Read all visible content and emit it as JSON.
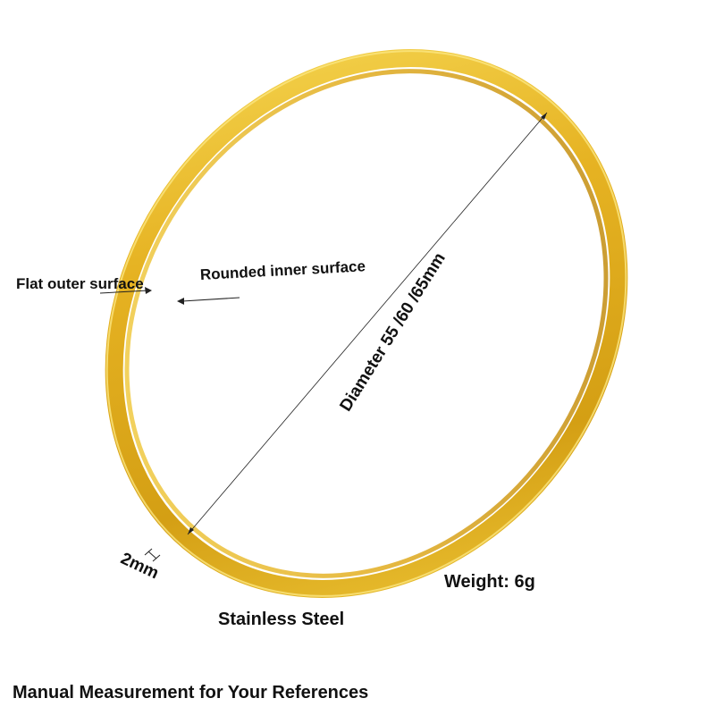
{
  "labels": {
    "flat_outer": "Flat outer surface",
    "rounded_inner": "Rounded inner surface",
    "diameter": "Diameter 55 /60 /65mm",
    "thickness": "2mm",
    "weight": "Weight: 6g",
    "material": "Stainless Steel",
    "footer": "Manual Measurement for Your References"
  },
  "colors": {
    "gold_light": "#f6d34a",
    "gold_mid": "#e4b021",
    "gold_dark": "#c28d0c",
    "gold_shadow": "#a87406",
    "background": "#ffffff",
    "text": "#111111"
  }
}
